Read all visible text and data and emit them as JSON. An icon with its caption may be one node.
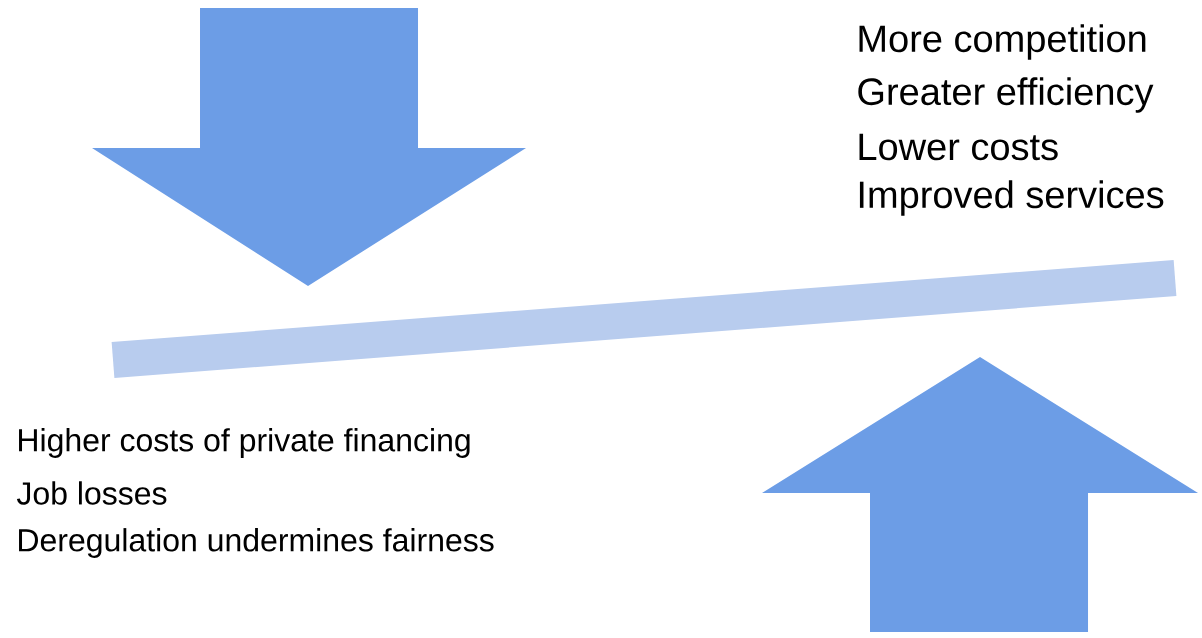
{
  "diagram": {
    "labels": [
      "More competition",
      "Greater efficiency",
      "Lower costs",
      "Improved services",
      "Higher costs of private financing",
      "Job losses",
      "Deregulation undermines fairness"
    ]
  }
}
